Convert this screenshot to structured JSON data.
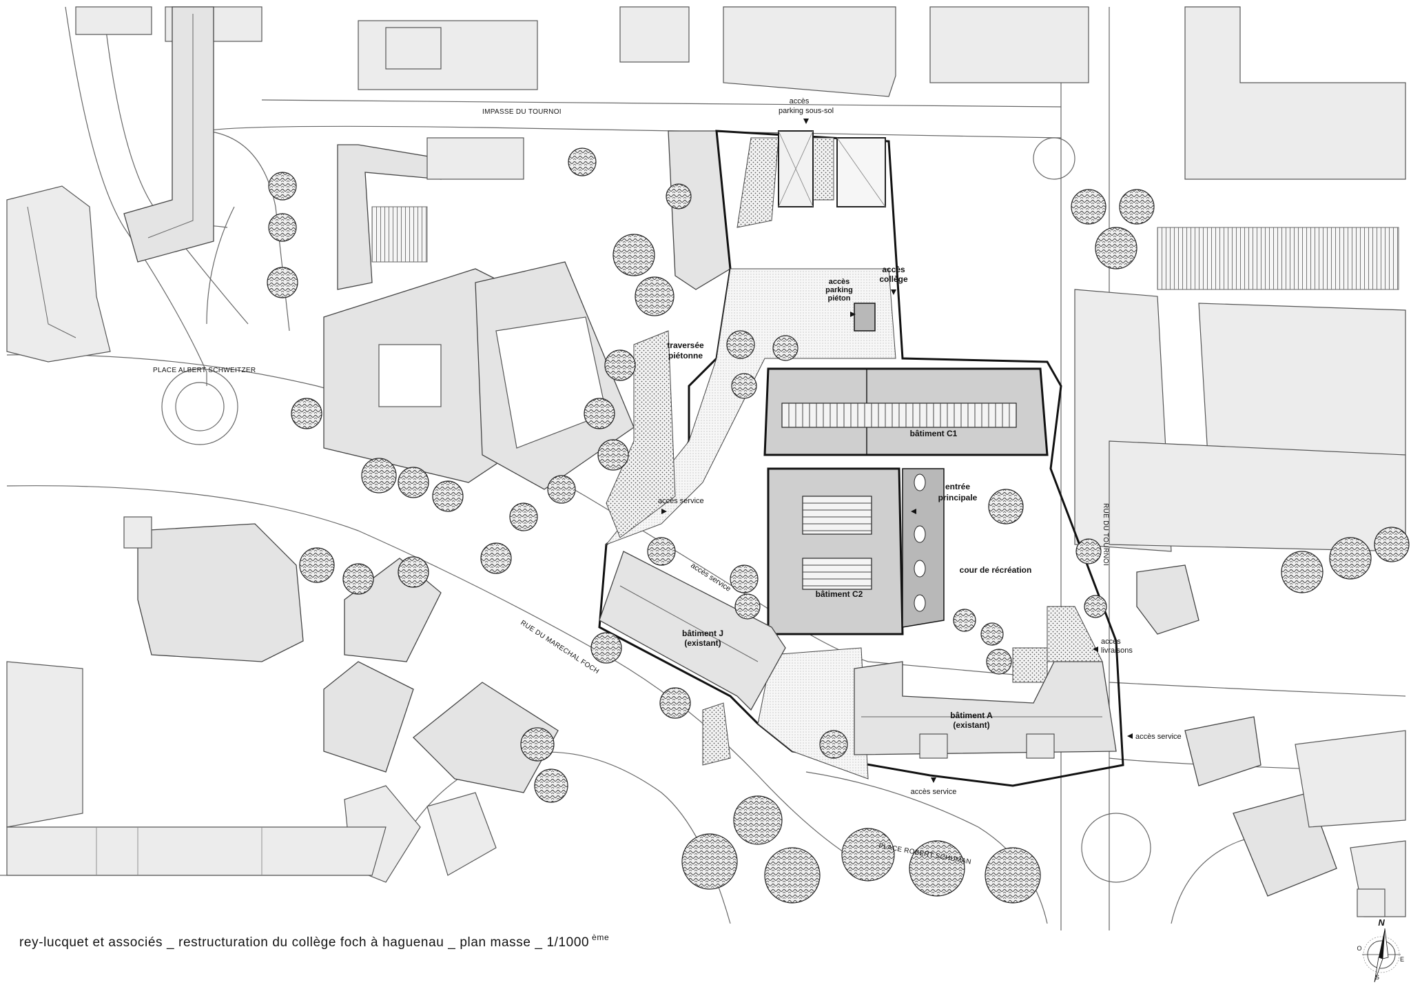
{
  "streets": {
    "impasse_du_tournoi": "IMPASSE DU TOURNOI",
    "place_albert_schweitzer": "PLACE ALBERT SCHWEITZER",
    "rue_du_marechal_foch": "RUE DU MARECHAL FOCH",
    "rue_du_tournoi": "RUE DU TOURNOI",
    "place_robert_schuman": "PLACE ROBERT SCHUMAN"
  },
  "labels": {
    "acces_parking_l1": "accès",
    "acces_parking_l2": "parking sous-sol",
    "acces_parking_pieton_l1": "accès",
    "acces_parking_pieton_l2": "parking",
    "acces_parking_pieton_l3": "piéton",
    "acces_college_l1": "accès",
    "acces_college_l2": "collège",
    "traversee_l1": "traversée",
    "traversee_l2": "piétonne",
    "batiment_c1": "bâtiment C1",
    "batiment_c2": "bâtiment C2",
    "entree_l1": "entrée",
    "entree_l2": "principale",
    "cour": "cour  de récréation",
    "acces_service_1": "accès service",
    "acces_service_2": "accès service",
    "acces_service_3": "accès service",
    "acces_service_diag": "accès service",
    "acces_livraisons_l1": "accès",
    "acces_livraisons_l2": "livraisons",
    "batiment_j_l1": "bâtiment J",
    "batiment_j_l2": "(existant)",
    "batiment_a_l1": "bâtiment A",
    "batiment_a_l2": "(existant)"
  },
  "caption": {
    "text": "rey-lucquet et associés _ restructuration du collège foch à haguenau _ plan masse _ 1/1000",
    "superscript": "ème"
  },
  "compass": {
    "n": "N",
    "o": "O",
    "e": "E",
    "s": "S"
  }
}
